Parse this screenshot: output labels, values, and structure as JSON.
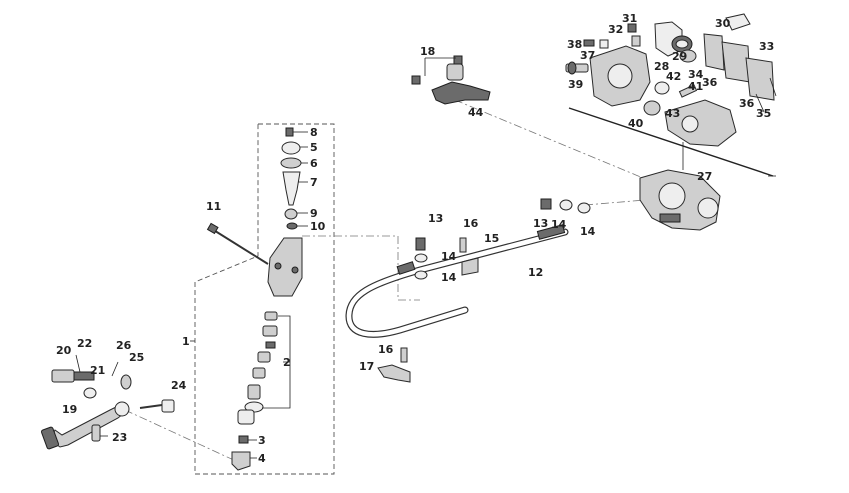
{
  "callouts": {
    "c1": "1",
    "c2": "2",
    "c3": "3",
    "c4": "4",
    "c5": "5",
    "c6": "6",
    "c7": "7",
    "c8": "8",
    "c9": "9",
    "c10": "10",
    "c11": "11",
    "c12": "12",
    "c13a": "13",
    "c13b": "13",
    "c14a": "14",
    "c14b": "14",
    "c14c": "14",
    "c14d": "14",
    "c15": "15",
    "c16a": "16",
    "c16b": "16",
    "c17": "17",
    "c18": "18",
    "c19": "19",
    "c20": "20",
    "c21": "21",
    "c22": "22",
    "c23": "23",
    "c24": "24",
    "c25": "25",
    "c26": "26",
    "c27": "27",
    "c28": "28",
    "c29": "29",
    "c30": "30",
    "c31": "31",
    "c32": "32",
    "c33": "33",
    "c34": "34",
    "c35": "35",
    "c36a": "36",
    "c36b": "36",
    "c37": "37",
    "c38": "38",
    "c39": "39",
    "c40": "40",
    "c41": "41",
    "c42": "42",
    "c43": "43",
    "c44": "44"
  }
}
